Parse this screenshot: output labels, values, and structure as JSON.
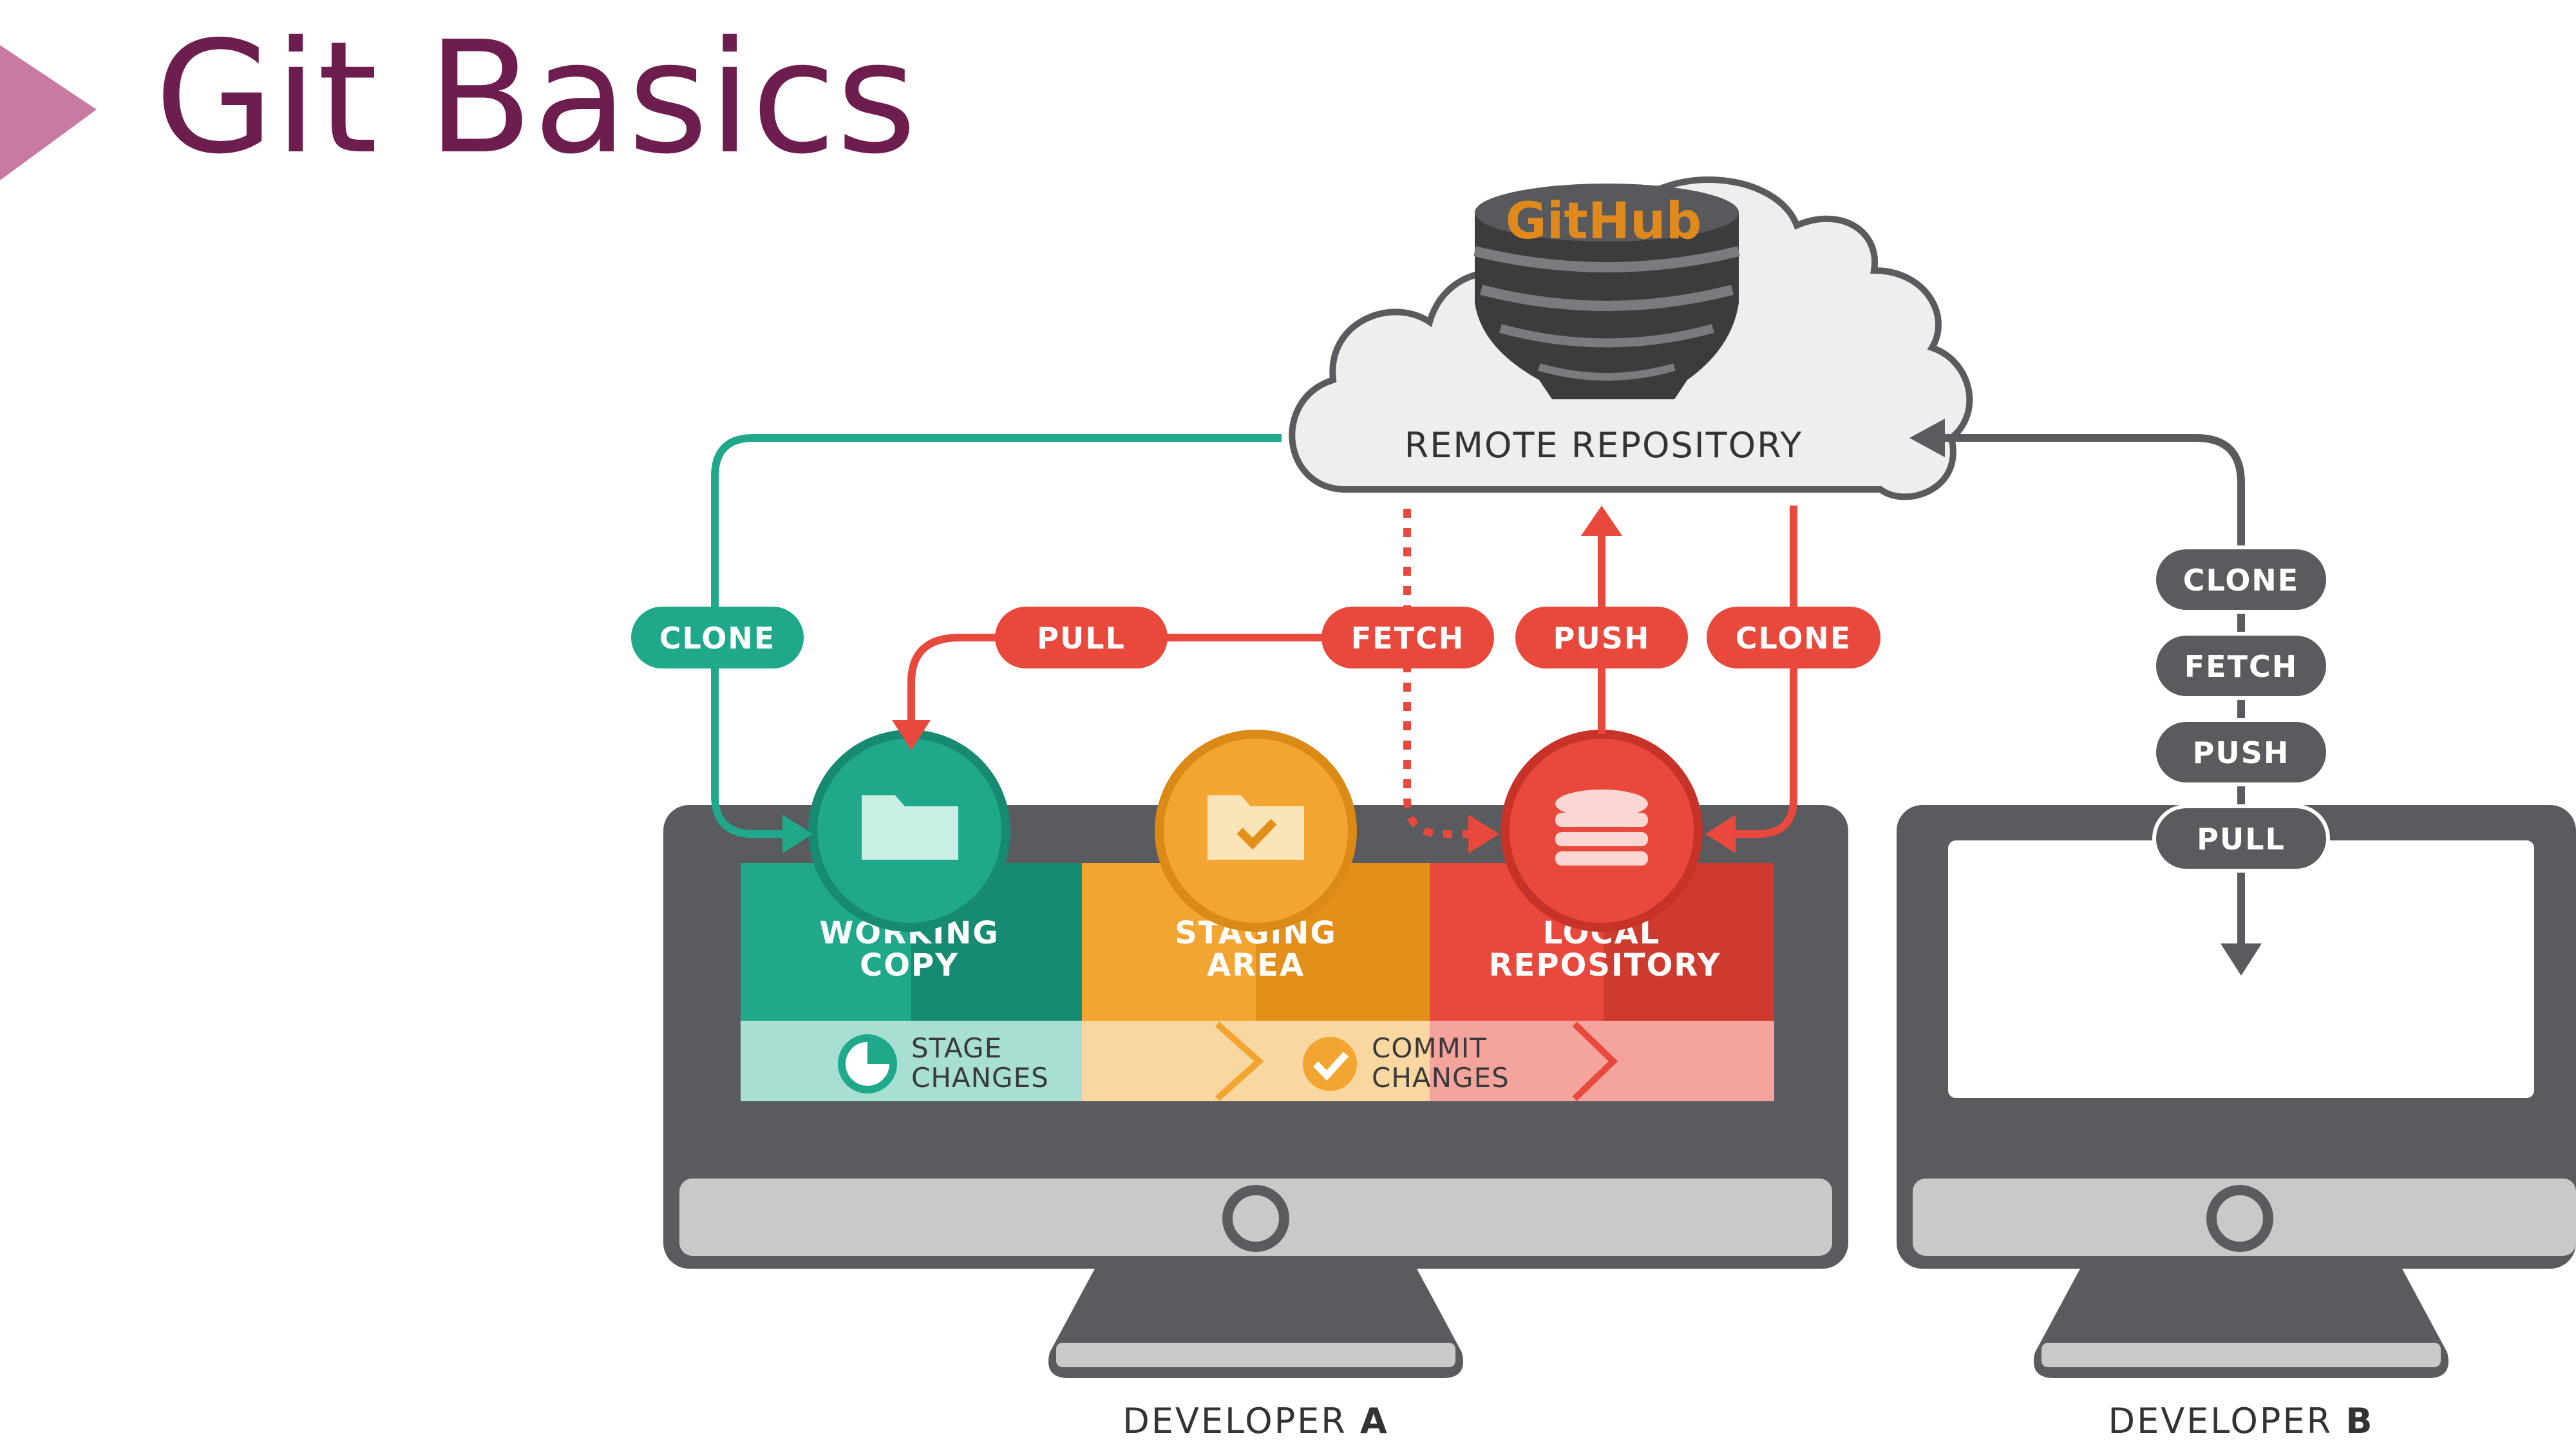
{
  "page": {
    "title": "Git Basics",
    "title_color": "#6e1e4e",
    "accent_triangle_color": "#c87aa3"
  },
  "remote": {
    "brand": "GitHub",
    "label": "REMOTE REPOSITORY"
  },
  "developer_a": {
    "label_prefix": "DEVELOPER",
    "label_letter": "A",
    "arrows": {
      "clone_green": "CLONE",
      "pull": "PULL",
      "fetch": "FETCH",
      "push": "PUSH",
      "clone_red": "CLONE"
    },
    "areas": {
      "working_copy_line1": "WORKING",
      "working_copy_line2": "COPY",
      "staging_area_line1": "STAGING",
      "staging_area_line2": "AREA",
      "local_repo_line1": "LOCAL",
      "local_repo_line2": "REPOSITORY"
    },
    "actions": {
      "stage_line1": "STAGE",
      "stage_line2": "CHANGES",
      "commit_line1": "COMMIT",
      "commit_line2": "CHANGES"
    }
  },
  "developer_b": {
    "label_prefix": "DEVELOPER",
    "label_letter": "B",
    "commands": [
      "CLONE",
      "FETCH",
      "PUSH",
      "PULL"
    ]
  },
  "colors": {
    "teal": "#1fa88a",
    "teal_dark": "#178a72",
    "orange": "#f3a531",
    "orange_dark": "#e3901a",
    "red": "#e8493c",
    "red_dark": "#cf3a2f",
    "gray": "#5a5b5e",
    "gray_light": "#c8c9cb"
  }
}
